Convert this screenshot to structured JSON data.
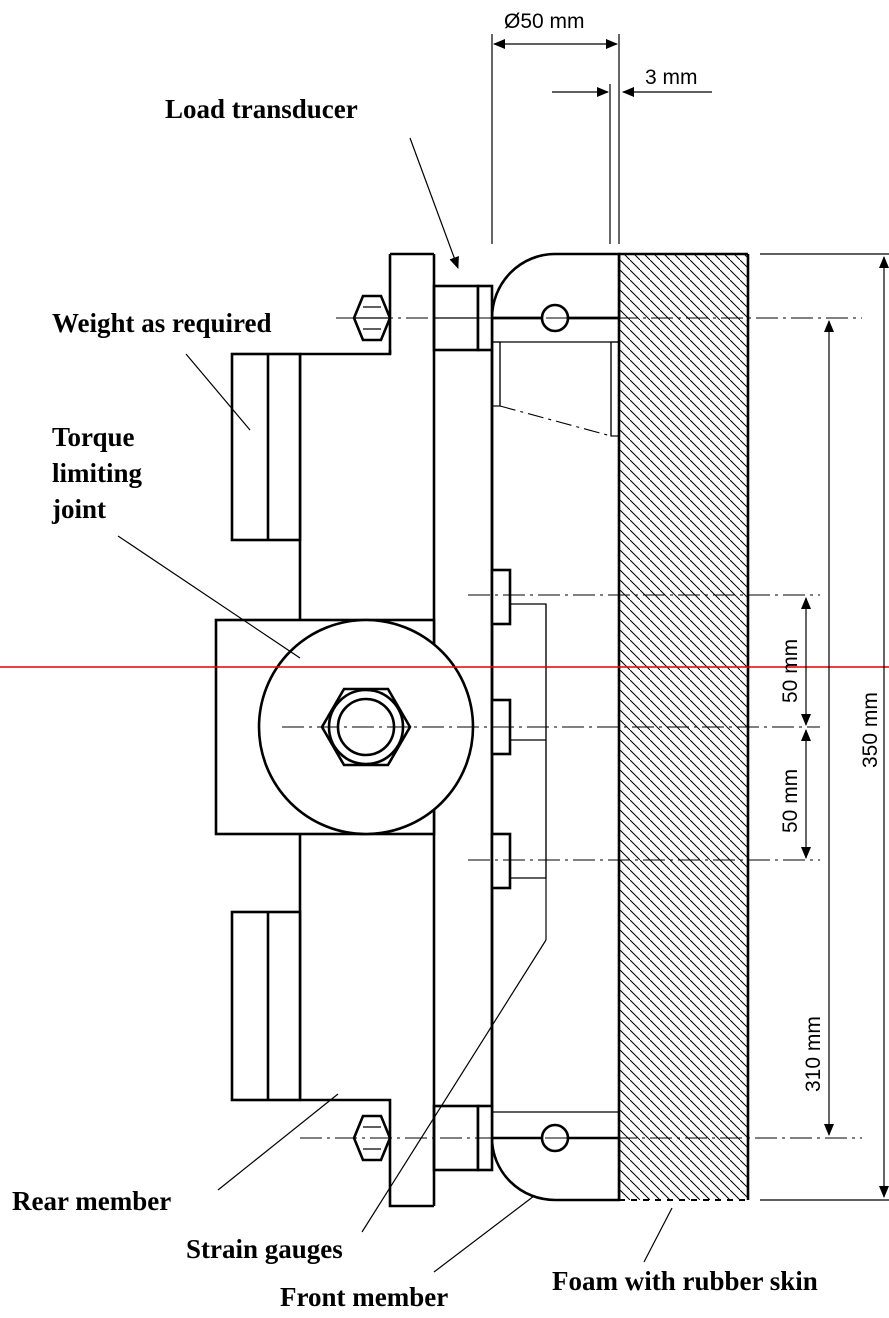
{
  "labels": {
    "load_transducer": "Load transducer",
    "weight": "Weight as required",
    "torque_line1": "Torque",
    "torque_line2": "limiting",
    "torque_line3": "joint",
    "rear_member": "Rear member",
    "strain_gauges": "Strain gauges",
    "front_member": "Front member",
    "foam": "Foam with rubber skin"
  },
  "dimensions": {
    "diameter": "Ø50 mm",
    "thickness": "3 mm",
    "gauge_spacing_upper": "50 mm",
    "gauge_spacing_lower": "50 mm",
    "bolt_spacing": "310 mm",
    "total_height": "350 mm"
  },
  "colors": {
    "line": "#000000",
    "reference_line": "#e60000",
    "background": "#ffffff"
  }
}
